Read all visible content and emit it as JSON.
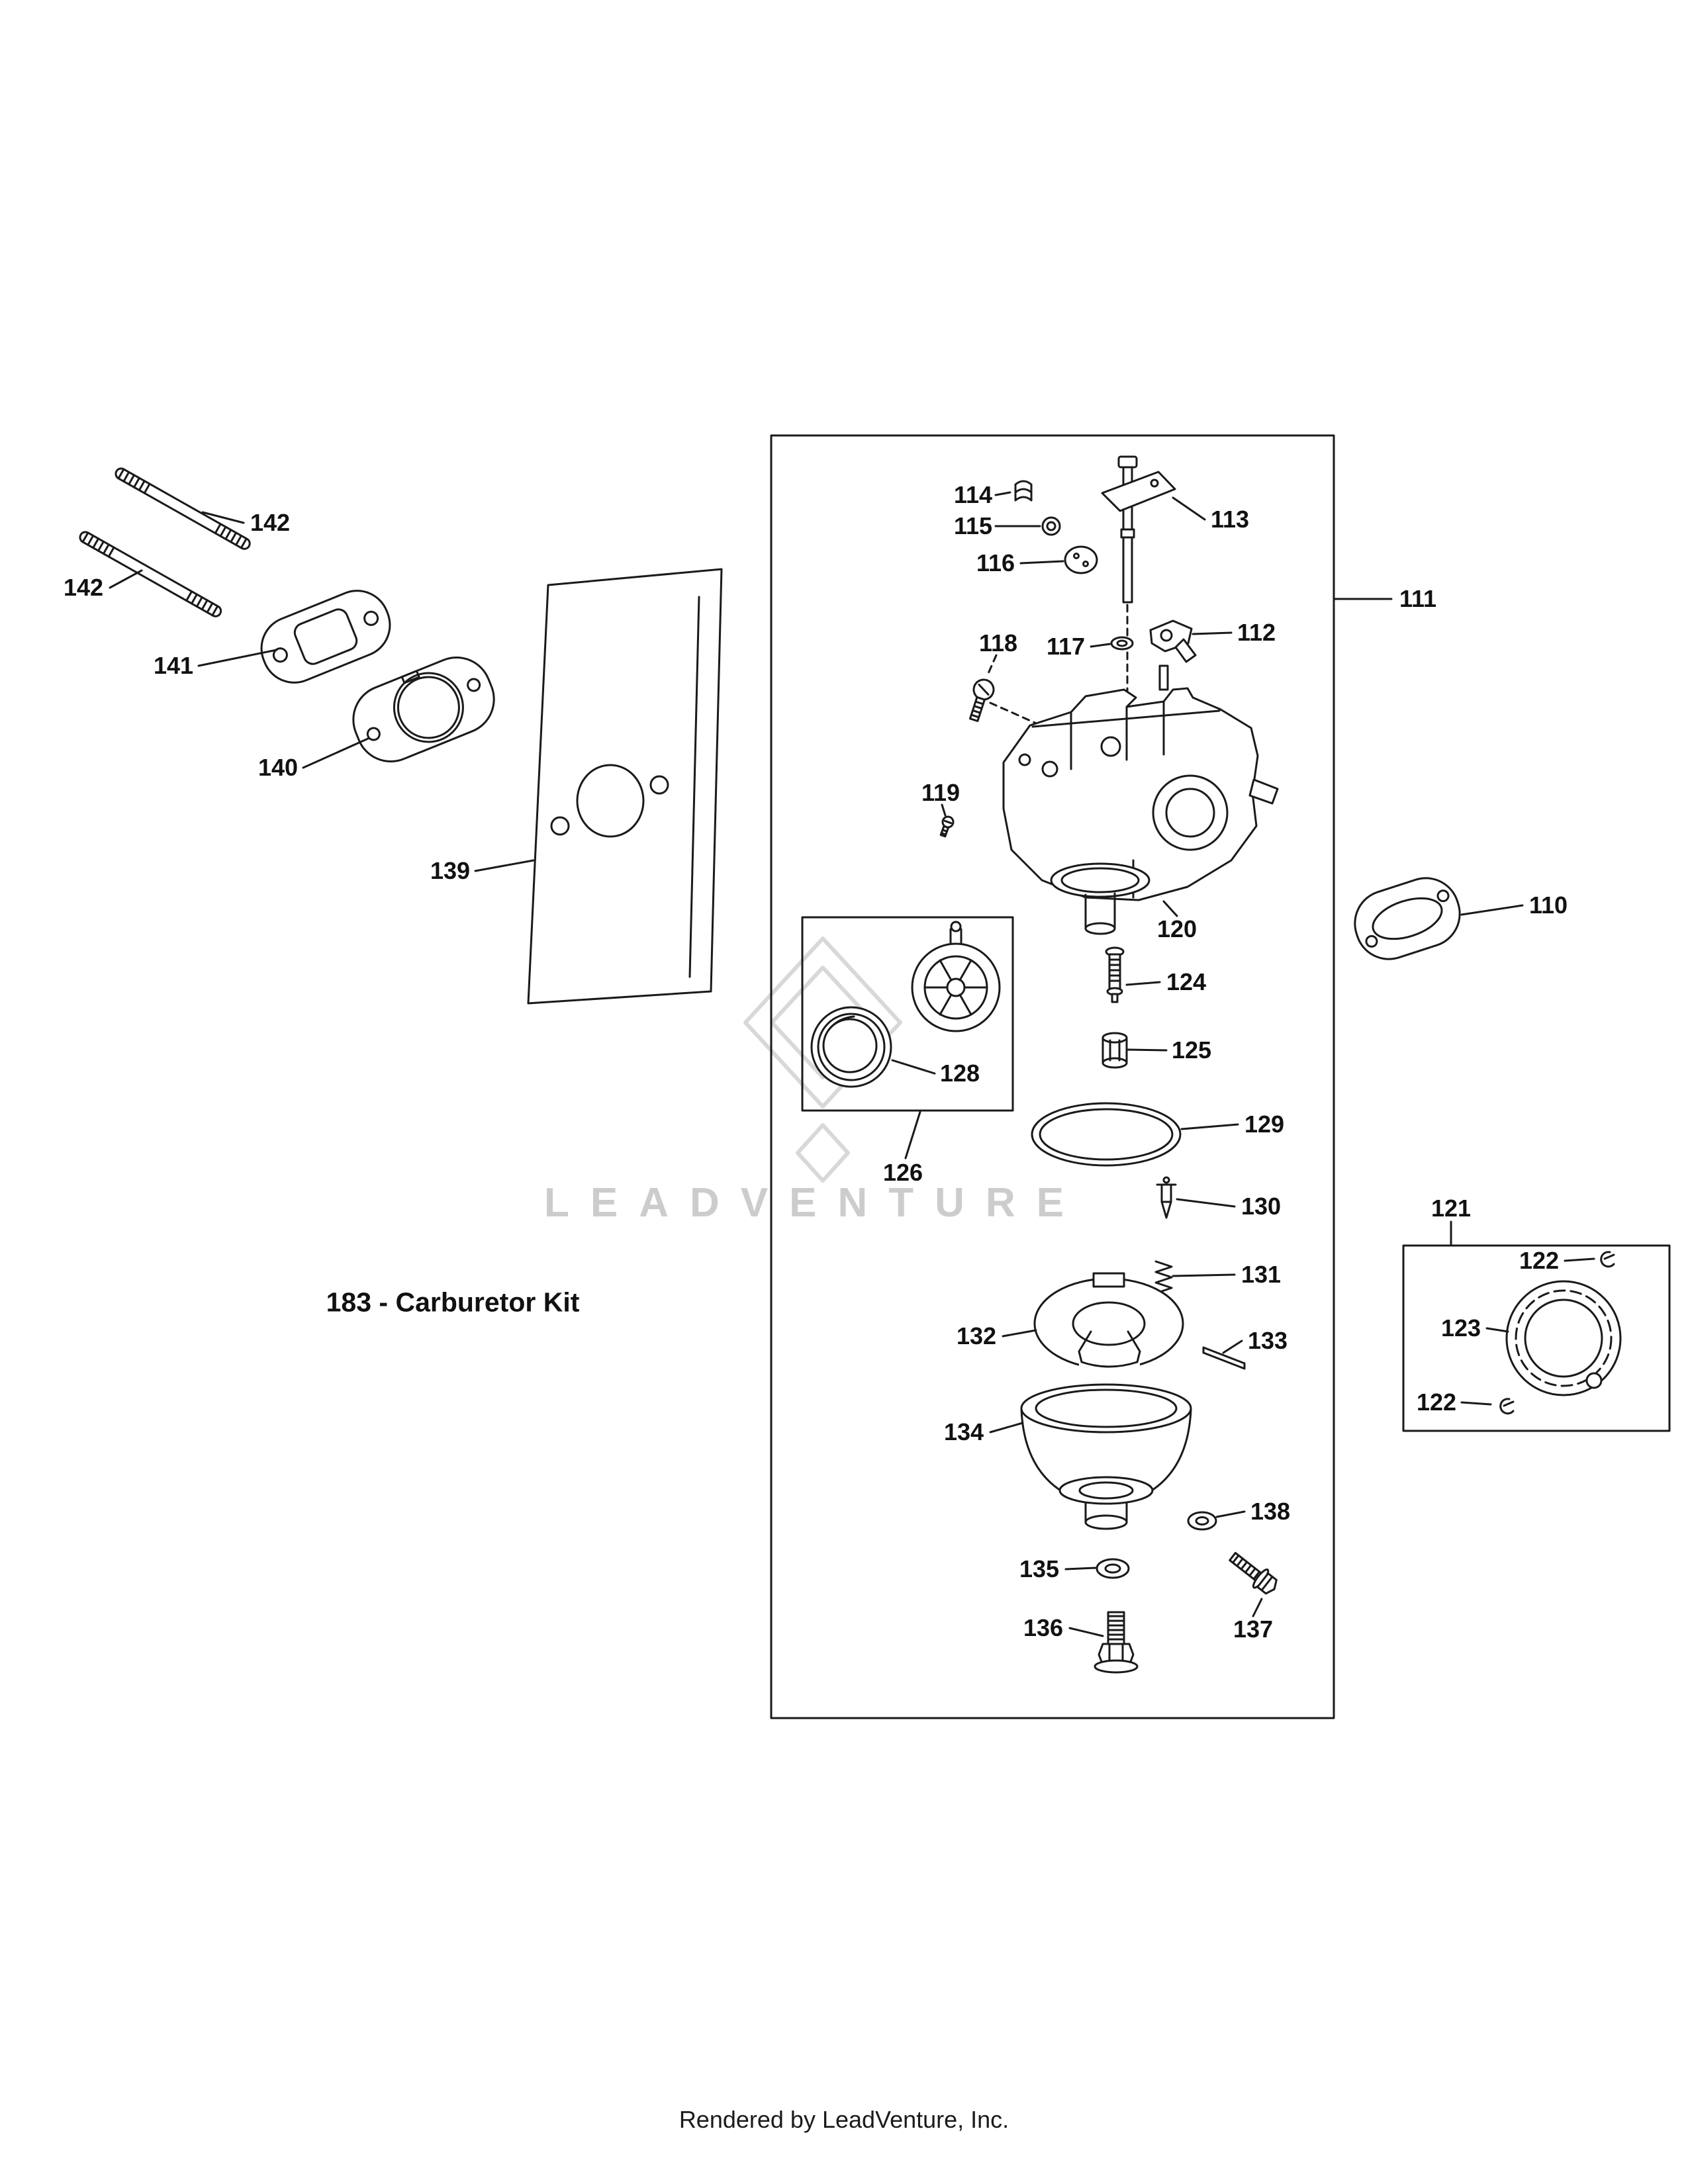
{
  "page": {
    "watermark": "LEADVENTURE",
    "kit_label": "183 - Carburetor Kit",
    "footer": "Rendered by LeadVenture, Inc."
  },
  "colors": {
    "line": "#1a1a1a",
    "label": "#111111",
    "watermark": "#cccccc",
    "background": "#ffffff"
  },
  "callouts": {
    "c142a": "142",
    "c142b": "142",
    "c141": "141",
    "c140": "140",
    "c139": "139",
    "c114": "114",
    "c115": "115",
    "c113": "113",
    "c116": "116",
    "c111": "111",
    "c118": "118",
    "c117": "117",
    "c112": "112",
    "c119": "119",
    "c120": "120",
    "c110": "110",
    "c124": "124",
    "c125": "125",
    "c128": "128",
    "c126": "126",
    "c129": "129",
    "c130": "130",
    "c131": "131",
    "c132": "132",
    "c133": "133",
    "c134": "134",
    "c138": "138",
    "c135": "135",
    "c136": "136",
    "c137": "137",
    "c121": "121",
    "c122a": "122",
    "c123": "123",
    "c122b": "122"
  }
}
